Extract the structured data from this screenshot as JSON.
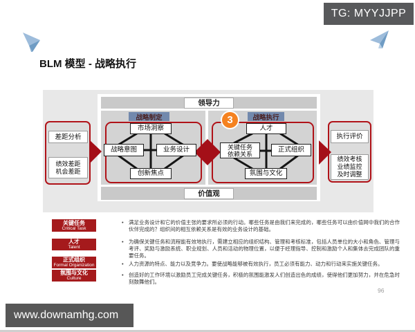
{
  "badge": {
    "text": "TG: MYYJJPP"
  },
  "title": "BLM 模型 - 战略执行",
  "page_number": "96",
  "watermark": "www.downamhg.com",
  "colors": {
    "accent_red": "#b01218",
    "solid_red": "#a40f18",
    "legend_red": "#a51a1c",
    "header_blue": "#7289ad",
    "badge_orange": "#f58220",
    "badge_gray": "#58595b"
  },
  "diagram": {
    "leadership_label": "领导力",
    "values_label": "价值观",
    "step_badge": "3",
    "gap_box": {
      "top": "差距分析",
      "bottom_lines": [
        "绩效差距",
        "机会差距"
      ]
    },
    "evaluation_box": {
      "top": "执行评价",
      "bottom_lines": [
        "绩效考核",
        "业绩监控",
        "及时调整"
      ]
    },
    "formulation": {
      "header": "战略制定",
      "top": "市场洞察",
      "left": "战略意图",
      "right": "业务设计",
      "bottom": "创新焦点"
    },
    "execution": {
      "header": "战略执行",
      "top": "人才",
      "left_lines": [
        "关键任务",
        "依赖关系"
      ],
      "right": "正式组织",
      "bottom": "氛围与文化"
    }
  },
  "legend": {
    "rows": [
      {
        "zh": "关键任务",
        "en": "Critical Task"
      },
      {
        "zh": "人才",
        "en": "Talent"
      },
      {
        "zh": "正式组织",
        "en": "Formal Organization"
      },
      {
        "zh": "氛围与文化",
        "en": "Culture"
      }
    ],
    "bullets": [
      "满足业务设计和它的价值主张的要求所必须的行动。哪些任务是由我们来完成的，哪些任务可以由价值网中我们的合作伙伴完成的？组织间的相互依赖关系是有效的业务设计的基础。",
      "为确保关键任务和流程能有效地执行，需建立相应的组织结构、管理和考核标准，包括人员单位的大小和角色、管理与考评、奖励与激励系统、职业规划、人员和活动的物理位置，以便于经理指导、控制和激励个人和集体去完成团队的重要任务。",
      "人力资源的特点、能力以及竞争力。要使战略能够被有效执行，员工必须有能力、动力和行动来实施关键任务。",
      "创造好的工作环境以激励员工完成关键任务，积极的氛围能激发人们创造出色的成绩，使得他们更加努力，并在危急时刻鼓舞他们。"
    ]
  }
}
